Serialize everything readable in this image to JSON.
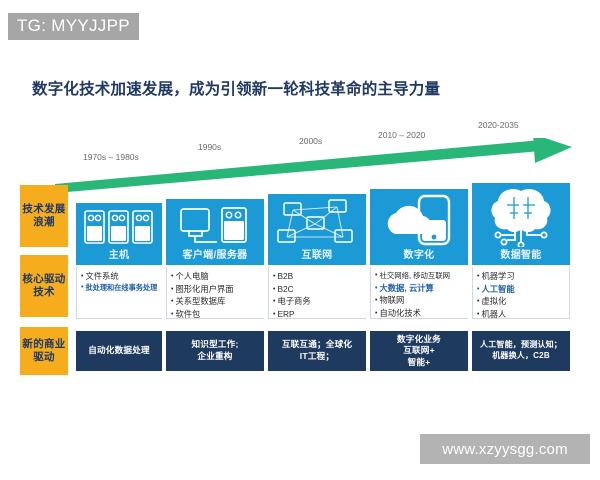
{
  "tag": {
    "text": "TG: MYYJJPP"
  },
  "title": {
    "text": "数字化技术加速发展，成为引领新一轮科技革命的主导力量"
  },
  "watermark": {
    "text": "www.xzyysgg.com"
  },
  "colors": {
    "title": "#1f3864",
    "arrow": "#28b778",
    "panel_blue": "#1b9ad6",
    "panel_top_dark": "#1b5fa8",
    "sidebar_orange": "#f5ad1d",
    "business_navy": "#1f3a5f",
    "highlight_blue": "#1f5fa8",
    "tag_gray": "#a6a6a6"
  },
  "timeline": {
    "arrow_icon": "green-arrow-icon",
    "eras": [
      {
        "label": "1970s – 1980s"
      },
      {
        "label": "1990s"
      },
      {
        "label": "2000s"
      },
      {
        "label": "2010 – 2020"
      },
      {
        "label": "2020-2035"
      }
    ]
  },
  "row_labels": [
    {
      "label": "技术发展浪潮"
    },
    {
      "label": "核心驱动技术"
    },
    {
      "label": "新的商业驱动"
    }
  ],
  "columns": [
    {
      "wave": {
        "caption": "主机",
        "icon": "mainframe-servers-icon"
      },
      "technologies": [
        {
          "text": "文件系统",
          "highlight": false
        },
        {
          "text": "批处理和在线事务处理",
          "highlight": true
        }
      ],
      "business": "自动化数据处理"
    },
    {
      "wave": {
        "caption": "客户端/服务器",
        "icon": "client-server-icon"
      },
      "technologies": [
        {
          "text": "个人电脑",
          "highlight": false
        },
        {
          "text": "图形化用户界面",
          "highlight": false
        },
        {
          "text": "关系型数据库",
          "highlight": false
        },
        {
          "text": "软件包",
          "highlight": false
        }
      ],
      "business": "知识型工作;\n企业重构"
    },
    {
      "wave": {
        "caption": "互联网",
        "icon": "network-mesh-icon"
      },
      "technologies": [
        {
          "text": "B2B",
          "highlight": false
        },
        {
          "text": "B2C",
          "highlight": false
        },
        {
          "text": "电子商务",
          "highlight": false
        },
        {
          "text": "ERP",
          "highlight": false
        }
      ],
      "business": "互联互通；全球化\nIT工程；"
    },
    {
      "wave": {
        "caption": "数字化",
        "icon": "cloud-smartphone-icon"
      },
      "technologies": [
        {
          "text": "社交网络, 移动互联网",
          "highlight": false
        },
        {
          "text": "大数据, 云计算",
          "highlight": true
        },
        {
          "text": "物联网",
          "highlight": false
        },
        {
          "text": "自动化技术",
          "highlight": false
        }
      ],
      "business": "数字化业务\n互联网+\n智能+"
    },
    {
      "wave": {
        "caption": "数据智能",
        "icon": "ai-brain-circuit-icon"
      },
      "technologies": [
        {
          "text": "机器学习",
          "highlight": false
        },
        {
          "text": "人工智能",
          "highlight": true
        },
        {
          "text": "虚拟化",
          "highlight": false
        },
        {
          "text": "机器人",
          "highlight": false
        }
      ],
      "business": "人工智能，预测认知；\n机器换人，C2B"
    }
  ]
}
